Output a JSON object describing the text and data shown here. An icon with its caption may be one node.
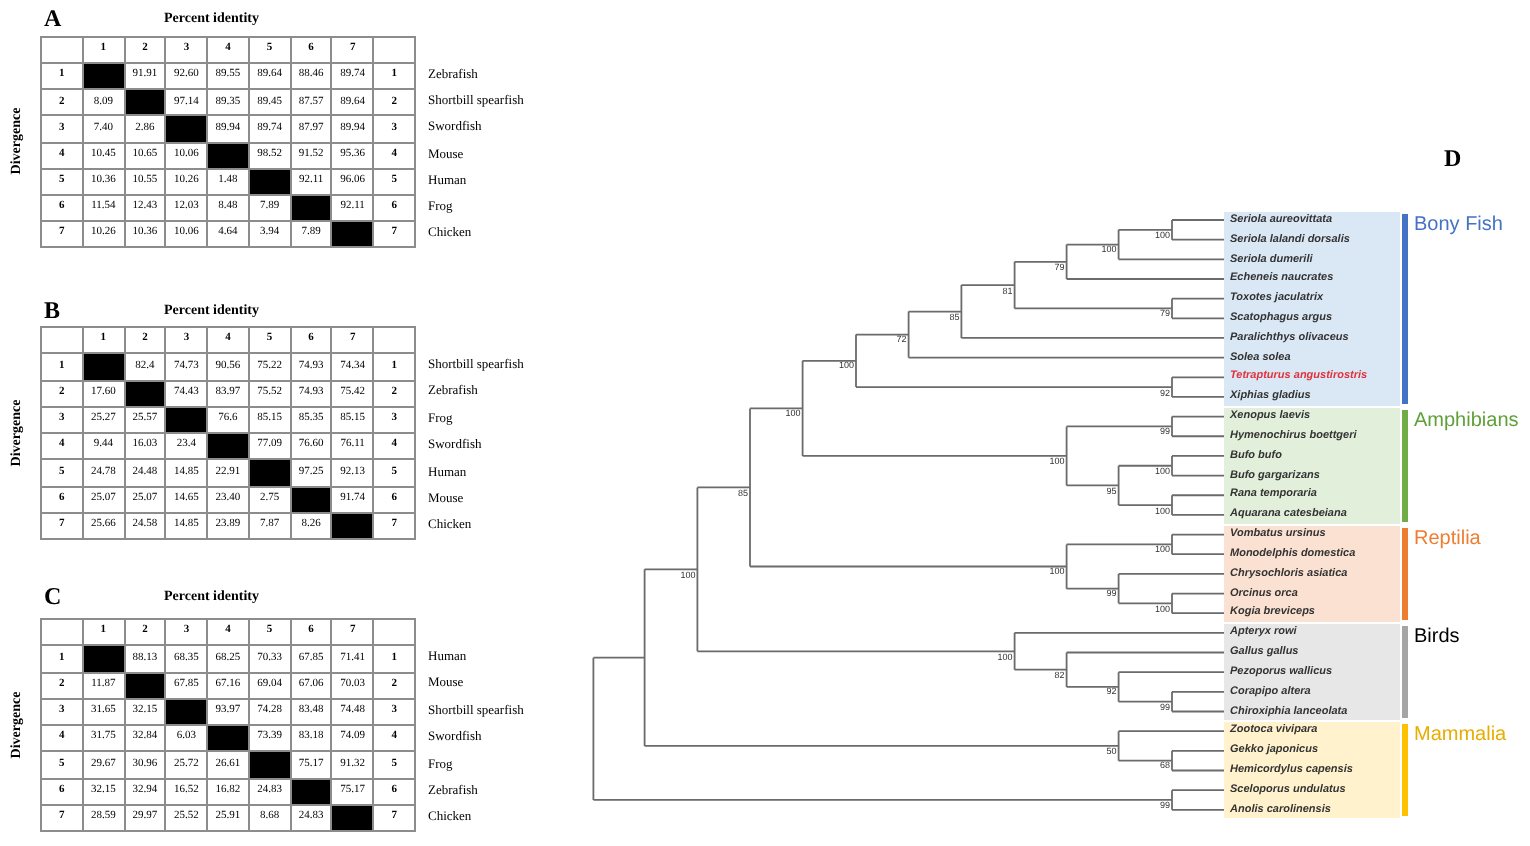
{
  "diagram": {
    "nodes": [
      {
        "text": [
          "Bony Fish"
        ]
      },
      {
        "text": [
          "Seriola aureovittata"
        ],
        "in": 0
      },
      {
        "text": [
          "Seriola lalandi dorsalis"
        ],
        "in": 0
      },
      {
        "text": [
          "Seriola dumerili"
        ],
        "in": 0
      },
      {
        "text": [
          "Echeneis naucrates"
        ],
        "in": 0
      },
      {
        "text": [
          "Toxotes jaculatrix"
        ],
        "in": 0
      },
      {
        "text": [
          "Scatophagus argus"
        ],
        "in": 0
      },
      {
        "text": [
          "Paralichthys olivaceus"
        ],
        "in": 0
      },
      {
        "text": [
          "Solea solea"
        ],
        "in": 0
      },
      {
        "text": [
          "Tetrapturus angustirostris"
        ],
        "in": 0
      },
      {
        "text": [
          "Xiphias gladius"
        ],
        "in": 0
      },
      {
        "text": [
          "Amphibians"
        ]
      },
      {
        "text": [
          "Xenopus laevis"
        ],
        "in": 11
      },
      {
        "text": [
          "Hymenochirus boettgeri"
        ],
        "in": 11
      },
      {
        "text": [
          "Bufo bufo"
        ],
        "in": 11
      },
      {
        "text": [
          "Bufo gargarizans"
        ],
        "in": 11
      },
      {
        "text": [
          "Rana temporaria"
        ],
        "in": 11
      },
      {
        "text": [
          "Aquarana catesbeiana"
        ],
        "in": 11
      },
      {
        "text": [
          "Reptilia"
        ]
      },
      {
        "text": [
          "Vombatus ursinus"
        ],
        "in": 18
      },
      {
        "text": [
          "Monodelphis domestica"
        ],
        "in": 18
      },
      {
        "text": [
          "Chrysochloris asiatica"
        ],
        "in": 18
      },
      {
        "text": [
          "Orcinus orca"
        ],
        "in": 18
      },
      {
        "text": [
          "Kogia breviceps"
        ],
        "in": 18
      },
      {
        "text": [
          "Birds"
        ]
      },
      {
        "text": [
          "Apteryx rowi"
        ],
        "in": 24
      },
      {
        "text": [
          "Gallus gallus"
        ],
        "in": 24
      },
      {
        "text": [
          "Pezoporus wallicus"
        ],
        "in": 24
      },
      {
        "text": [
          "Corapipo altera"
        ],
        "in": 24
      },
      {
        "text": [
          "Chiroxiphia lanceolata"
        ],
        "in": 24
      },
      {
        "text": [
          "Mammalia"
        ]
      },
      {
        "text": [
          "Zootoca vivipara"
        ],
        "in": 30
      },
      {
        "text": [
          "Gekko japonicus"
        ],
        "in": 30
      },
      {
        "text": [
          "Hemicordylus capensis"
        ],
        "in": 30
      },
      {
        "text": [
          "Sceloporus undulatus"
        ],
        "in": 30
      },
      {
        "text": [
          "Anolis carolinensis"
        ],
        "in": 30
      }
    ],
    "labels": [
      "A",
      "Percent identity",
      "Divergence",
      "1",
      "2",
      "3",
      "4",
      "5",
      "6",
      "7",
      "1",
      "91.91",
      "92.60",
      "89.55",
      "89.64",
      "88.46",
      "89.74",
      "1",
      "Zebrafish",
      "2",
      "8.09",
      "97.14",
      "89.35",
      "89.45",
      "87.57",
      "89.64",
      "2",
      "Shortbill spearfish",
      "3",
      "7.40",
      "2.86",
      "89.94",
      "89.74",
      "87.97",
      "89.94",
      "3",
      "Swordfish",
      "4",
      "10.45",
      "10.65",
      "10.06",
      "98.52",
      "91.52",
      "95.36",
      "4",
      "Mouse",
      "5",
      "10.36",
      "10.55",
      "10.26",
      "1.48",
      "92.11",
      "96.06",
      "5",
      "Human",
      "6",
      "11.54",
      "12.43",
      "12.03",
      "8.48",
      "7.89",
      "92.11",
      "6",
      "Frog",
      "7",
      "10.26",
      "10.36",
      "10.06",
      "4.64",
      "3.94",
      "7.89",
      "7",
      "Chicken",
      "B",
      "Percent identity",
      "Divergence",
      "1",
      "2",
      "3",
      "4",
      "5",
      "6",
      "7",
      "1",
      "82.4",
      "74.73",
      "90.56",
      "75.22",
      "74.93",
      "74.34",
      "1",
      "Shortbill spearfish",
      "2",
      "17.60",
      "74.43",
      "83.97",
      "75.52",
      "74.93",
      "75.42",
      "2",
      "Zebrafish",
      "3",
      "25.27",
      "25.57",
      "76.6",
      "85.15",
      "85.35",
      "85.15",
      "3",
      "Frog",
      "4",
      "9.44",
      "16.03",
      "23.4",
      "77.09",
      "76.60",
      "76.11",
      "4",
      "Swordfish",
      "5",
      "24.78",
      "24.48",
      "14.85",
      "22.91",
      "97.25",
      "92.13",
      "5",
      "Human",
      "6",
      "25.07",
      "25.07",
      "14.65",
      "23.40",
      "2.75",
      "91.74",
      "6",
      "Mouse",
      "7",
      "25.66",
      "24.58",
      "14.85",
      "23.89",
      "7.87",
      "8.26",
      "7",
      "Chicken",
      "C",
      "Percent identity",
      "Divergence",
      "1",
      "2",
      "3",
      "4",
      "5",
      "6",
      "7",
      "1",
      "88.13",
      "68.35",
      "68.25",
      "70.33",
      "67.85",
      "71.41",
      "1",
      "Human",
      "2",
      "11.87",
      "67.85",
      "67.16",
      "69.04",
      "67.06",
      "70.03",
      "2",
      "Mouse",
      "3",
      "31.65",
      "32.15",
      "93.97",
      "74.28",
      "83.48",
      "74.48",
      "3",
      "Shortbill spearfish",
      "4",
      "31.75",
      "32.84",
      "6.03",
      "73.39",
      "83.18",
      "74.09",
      "4",
      "Swordfish",
      "5",
      "29.67",
      "30.96",
      "25.72",
      "26.61",
      "75.17",
      "91.32",
      "5",
      "Frog",
      "6",
      "32.15",
      "32.94",
      "16.52",
      "16.82",
      "24.83",
      "75.17",
      "6",
      "Zebrafish",
      "7",
      "28.59",
      "29.97",
      "25.52",
      "25.91",
      "8.68",
      "24.83",
      "7",
      "Chicken",
      "D",
      "100",
      "100",
      "79",
      "81",
      "79",
      "85",
      "72",
      "100",
      "92",
      "100",
      "99",
      "100",
      "100",
      "85",
      "95",
      "100",
      "100",
      "100",
      "100",
      "99",
      "100",
      "100",
      "82",
      "92",
      "99",
      "50",
      "68",
      "99"
    ]
  }
}
